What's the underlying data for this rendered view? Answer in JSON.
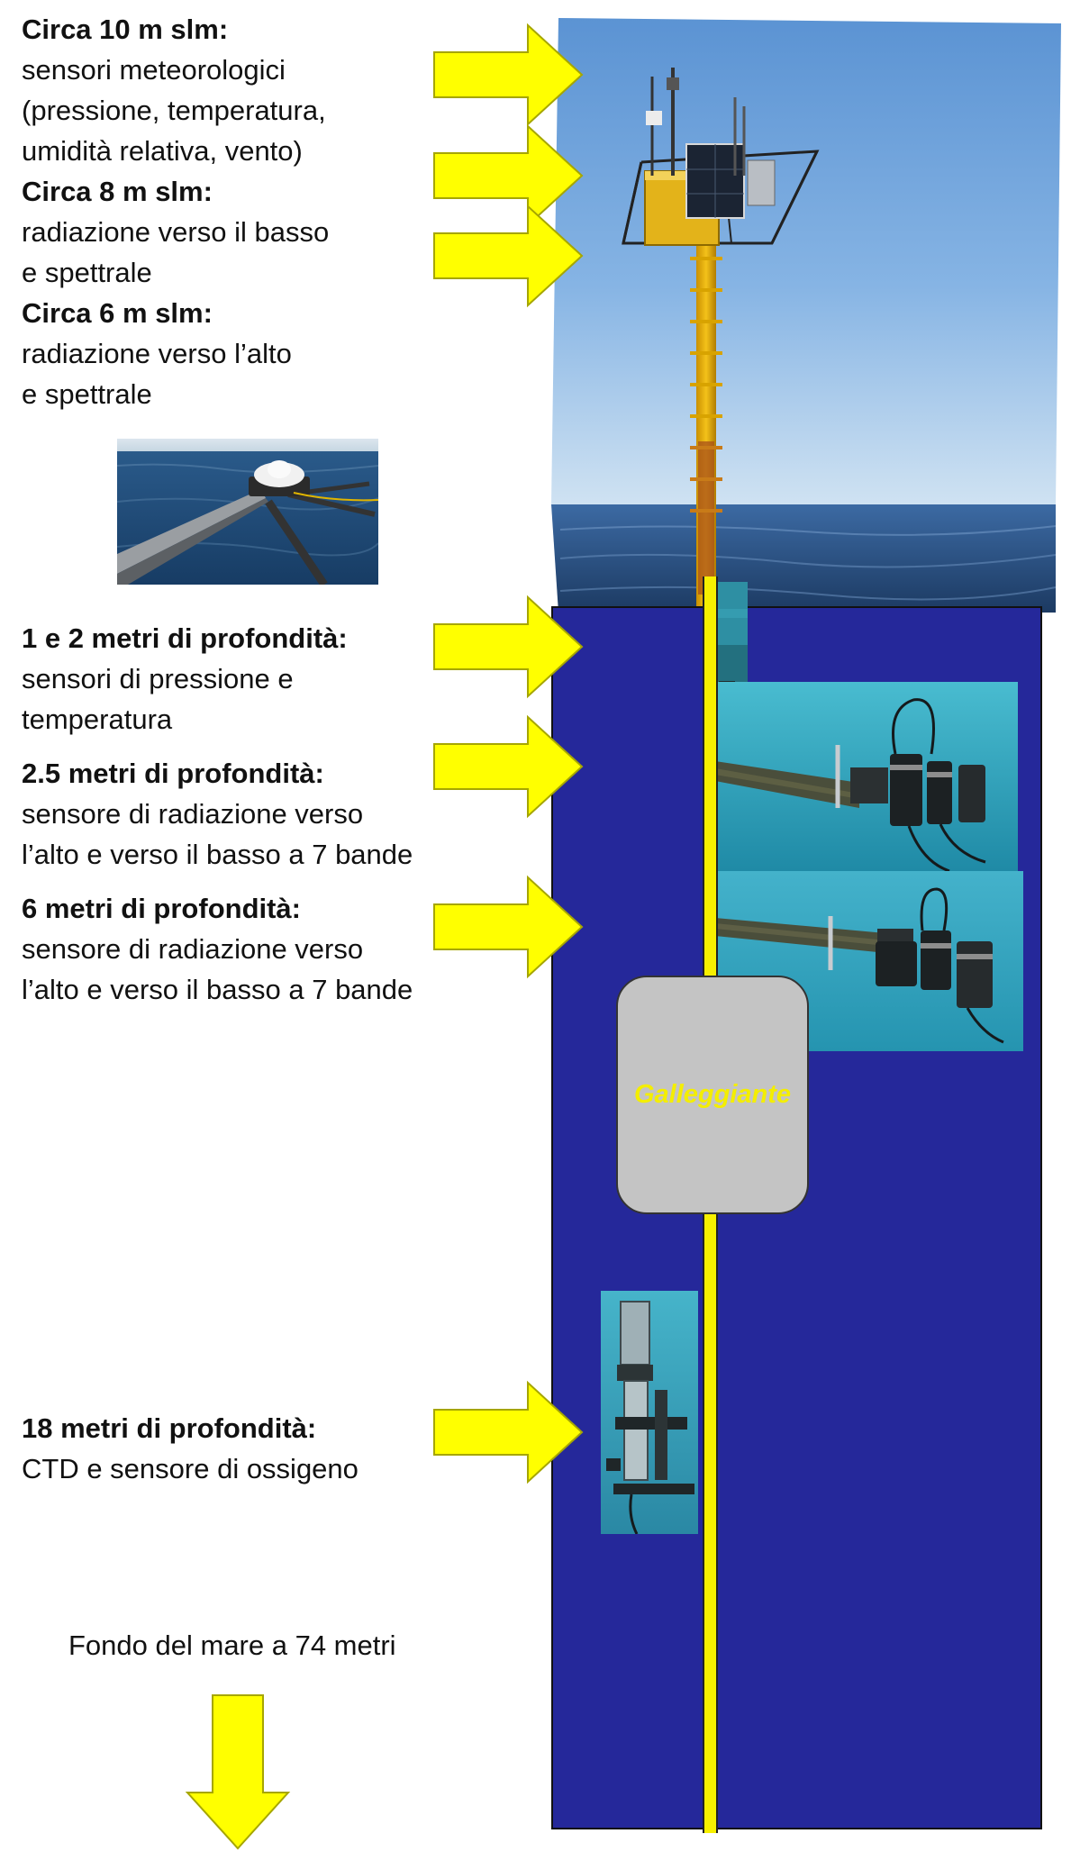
{
  "colors": {
    "arrow_fill": "#ffff00",
    "arrow_stroke": "#a6a600",
    "sea_panel": "#25289a",
    "pole": "#f7f000",
    "float_box": "#c4c4c4",
    "float_label": "#f4ee00"
  },
  "labels": [
    {
      "head": "Circa 10 m slm:",
      "body": "sensori meteorologici\n(pressione, temperatura,\numidità relativa, vento)"
    },
    {
      "head": "Circa 8 m slm:",
      "body": "radiazione verso il basso\ne spettrale"
    },
    {
      "head": "Circa 6 m slm:",
      "body": "radiazione verso l’alto\ne spettrale"
    },
    {
      "head": "1 e 2 metri di profondità:",
      "body": "sensori di pressione e\ntemperatura"
    },
    {
      "head": "2.5 metri di profondità:",
      "body": "sensore di radiazione verso\nl’alto e verso il basso a 7 bande"
    },
    {
      "head": "6 metri di profondità:",
      "body": "sensore di radiazione verso\nl’alto e verso il basso a 7 bande"
    },
    {
      "head": "18 metri di profondità:",
      "body": "CTD e sensore di ossigeno"
    }
  ],
  "float_label": "Galleggiante",
  "bottom_text": "Fondo del mare a 74 metri"
}
